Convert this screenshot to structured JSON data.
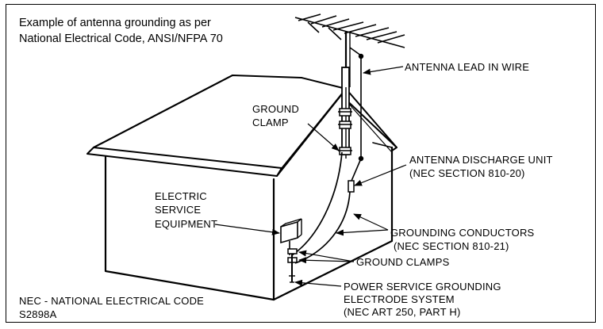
{
  "caption": {
    "line1": "Example of antenna grounding as per",
    "line2": "National Electrical Code, ANSI/NFPA 70"
  },
  "labels": {
    "antenna_lead_in_wire": "ANTENNA  LEAD  IN WIRE",
    "ground_clamp_1": "GROUND",
    "ground_clamp_2": "CLAMP",
    "discharge_unit_1": "ANTENNA DISCHARGE UNIT",
    "discharge_unit_2": "(NEC SECTION 810-20)",
    "electric_service_1": "ELECTRIC",
    "electric_service_2": "SERVICE",
    "electric_service_3": "EQUIPMENT",
    "grounding_conductors_1": "GROUNDING CONDUCTORS",
    "grounding_conductors_2": "(NEC SECTION 810-21)",
    "ground_clamps": "GROUND CLAMPS",
    "power_service_1": "POWER SERVICE GROUNDING",
    "power_service_2": "ELECTRODE SYSTEM",
    "power_service_3": "(NEC ART 250, PART H)"
  },
  "footer": {
    "nec_note": "NEC - NATIONAL ELECTRICAL CODE",
    "code": "S2898A"
  }
}
